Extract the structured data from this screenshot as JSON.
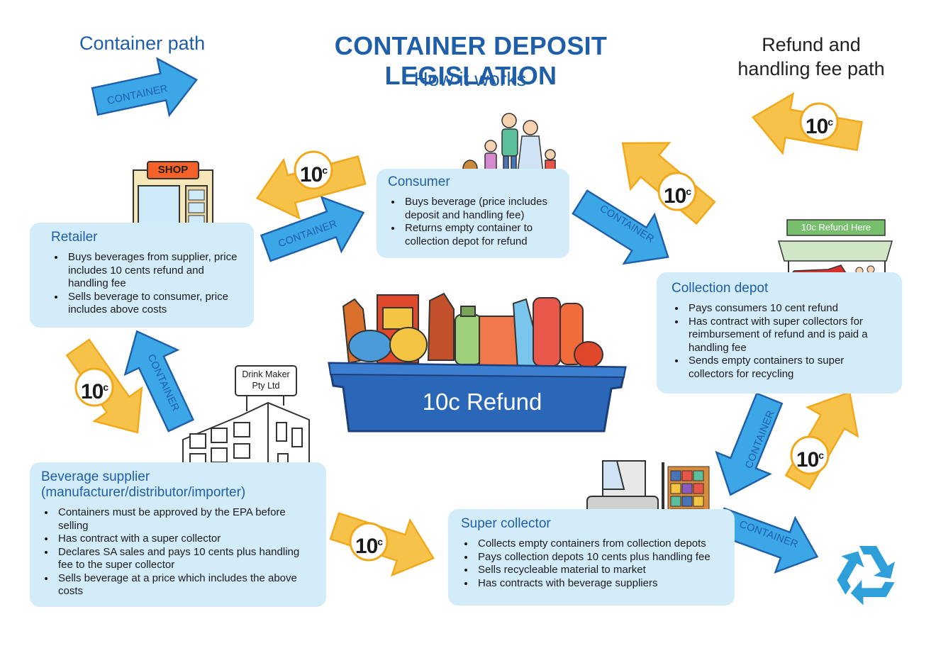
{
  "header": {
    "title": "CONTAINER DEPOSIT LEGISLATION",
    "subtitle": "How it works"
  },
  "legend": {
    "container_path": "Container path",
    "refund_path": "Refund and handling fee path"
  },
  "arrow_label": "CONTAINER",
  "coin_label": "10",
  "coin_unit": "c",
  "shop_sign": "SHOP",
  "refund_sign": "10c Refund Here",
  "drink_maker_sign": "Drink Maker Pty Ltd",
  "bin_label": "10c Refund",
  "colors": {
    "container_arrow": "#3ba7e6",
    "refund_arrow": "#f7c24a",
    "box": "#d3ecfa",
    "title": "#1f5ea8",
    "bin": "#2a67b8"
  },
  "icons": [
    "recycle-icon",
    "forklift-icon",
    "car-icon",
    "family-icon",
    "shop-icon",
    "factory-icon",
    "bottles-icon"
  ],
  "consumer": {
    "title": "Consumer",
    "items": [
      "Buys beverage (price includes deposit and handling fee)",
      "Returns empty container to collection depot for refund"
    ]
  },
  "retailer": {
    "title": "Retailer",
    "items": [
      "Buys beverages from supplier, price includes 10 cents refund and handling fee",
      "Sells beverage to consumer, price includes above costs"
    ]
  },
  "depot": {
    "title": "Collection depot",
    "items": [
      "Pays consumers 10 cent refund",
      "Has contract with super collectors for reimbursement of refund and is paid a handling fee",
      "Sends empty containers to super collectors for recycling"
    ]
  },
  "supplier": {
    "title": "Beverage supplier (manufacturer/distributor/importer)",
    "items": [
      "Containers must be approved by the EPA before selling",
      "Has contract with a super collector",
      "Declares SA sales and pays 10 cents plus handling fee to the super collector",
      "Sells beverage at a price which includes the above costs"
    ]
  },
  "collector": {
    "title": "Super collector",
    "items": [
      "Collects empty containers from collection depots",
      "Pays collection depots 10 cents plus handling fee",
      "Sells recycleable material to market",
      "Has contracts with beverage suppliers"
    ]
  }
}
